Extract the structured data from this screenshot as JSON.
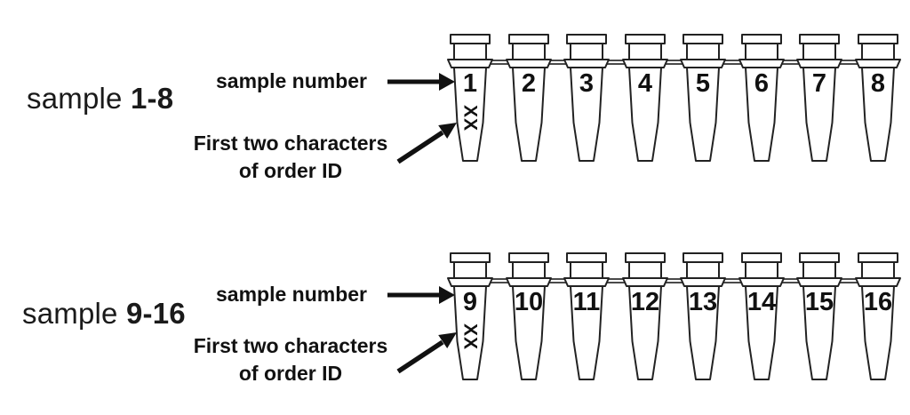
{
  "canvas": {
    "background": "#ffffff",
    "ink": "#1a1a1a",
    "tube_stroke": "#222222",
    "connector_stroke": "#4a4a4a"
  },
  "icons": {
    "sample_number_pointer": "arrow-right",
    "order_id_pointer": "arrow-up-right"
  },
  "sections": [
    {
      "label_regular": "sample ",
      "label_bold": "1-8",
      "annotations": {
        "sample_number": "sample number",
        "order_id_line1": "First two characters",
        "order_id_line2": "of order ID"
      },
      "strip": {
        "tubes": [
          {
            "number": "1",
            "mark": "XX"
          },
          {
            "number": "2"
          },
          {
            "number": "3"
          },
          {
            "number": "4"
          },
          {
            "number": "5"
          },
          {
            "number": "6"
          },
          {
            "number": "7"
          },
          {
            "number": "8"
          }
        ]
      }
    },
    {
      "label_regular": "sample ",
      "label_bold": "9-16",
      "annotations": {
        "sample_number": "sample number",
        "order_id_line1": "First two characters",
        "order_id_line2": "of order ID"
      },
      "strip": {
        "tubes": [
          {
            "number": "9",
            "mark": "XX"
          },
          {
            "number": "10"
          },
          {
            "number": "11"
          },
          {
            "number": "12"
          },
          {
            "number": "13"
          },
          {
            "number": "14"
          },
          {
            "number": "15"
          },
          {
            "number": "16"
          }
        ]
      }
    }
  ]
}
